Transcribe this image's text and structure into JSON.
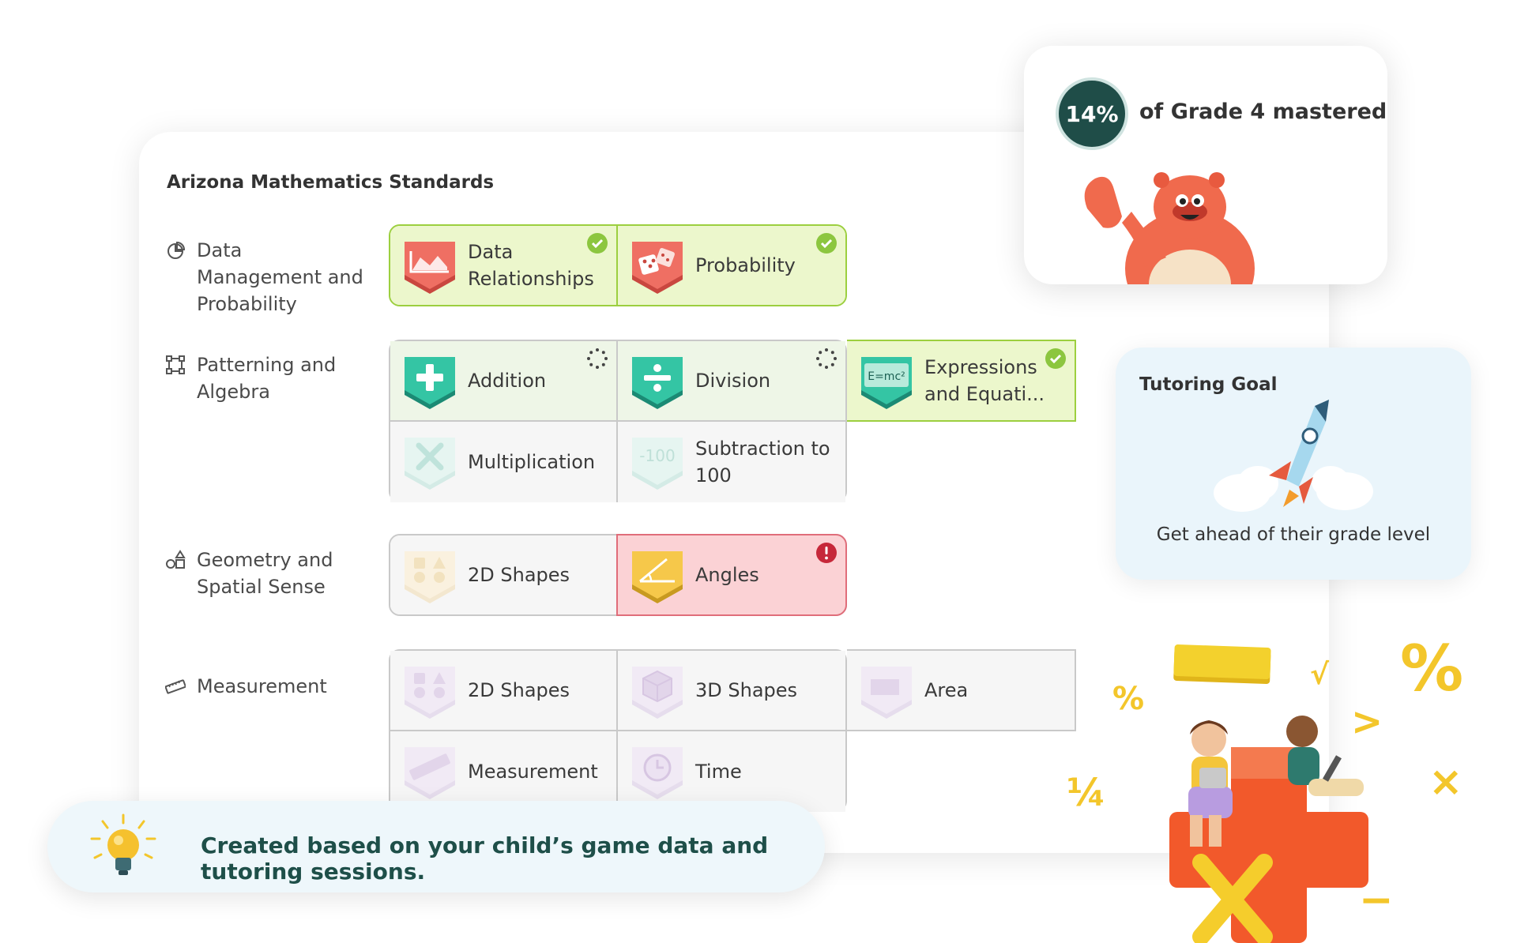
{
  "standards": {
    "title": "Arizona Mathematics Standards",
    "categories": [
      {
        "label": "Data Management and Probability",
        "icon": "pie-chart-icon"
      },
      {
        "label": "Patterning and Algebra",
        "icon": "vector-square-icon"
      },
      {
        "label": "Geometry and Spatial Sense",
        "icon": "shapes-icon"
      },
      {
        "label": "Measurement",
        "icon": "ruler-icon"
      }
    ],
    "data_management": [
      {
        "label": "Data Relationships",
        "status": "mastered",
        "icon": "line-chart-badge-icon"
      },
      {
        "label": "Probability",
        "status": "mastered",
        "icon": "dice-badge-icon"
      }
    ],
    "patterning": [
      {
        "label": "Addition",
        "status": "in-progress",
        "icon": "plus-badge-icon"
      },
      {
        "label": "Division",
        "status": "in-progress",
        "icon": "divide-badge-icon"
      },
      {
        "label": "Expressions and Equati...",
        "status": "mastered",
        "icon": "emc2-badge-icon",
        "badge_text": "E=mc²"
      },
      {
        "label": "Multiplication",
        "status": "locked",
        "icon": "times-badge-icon"
      },
      {
        "label": "Subtraction to 100",
        "status": "locked",
        "icon": "minus-100-badge-icon",
        "badge_text": "-100"
      }
    ],
    "geometry": [
      {
        "label": "2D Shapes",
        "status": "locked",
        "icon": "shapes-badge-icon"
      },
      {
        "label": "Angles",
        "status": "needs-attention",
        "icon": "angle-badge-icon"
      }
    ],
    "measurement": [
      {
        "label": "2D Shapes",
        "status": "locked",
        "icon": "shapes-badge-icon"
      },
      {
        "label": "3D Shapes",
        "status": "locked",
        "icon": "cube-badge-icon"
      },
      {
        "label": "Area",
        "status": "locked",
        "icon": "area-badge-icon"
      },
      {
        "label": "Measurement",
        "status": "locked",
        "icon": "ruler-badge-icon"
      },
      {
        "label": "Time",
        "status": "locked",
        "icon": "clock-badge-icon"
      }
    ]
  },
  "grade": {
    "percent": "14%",
    "progress_fraction": 0.14,
    "text": "of Grade 4 mastered"
  },
  "goal": {
    "title": "Tutoring Goal",
    "subtitle": "Get ahead of their grade level"
  },
  "banner": {
    "text": "Created based on your child’s game data and tutoring sessions."
  },
  "decor": {
    "symbols": [
      "%",
      "%",
      "¼",
      ">",
      "√",
      "×",
      "−"
    ]
  },
  "colors": {
    "mastered_bg": "#ecf7cc",
    "mastered_border": "#9ccf3f",
    "progress_bg": "#eef6e7",
    "alert_bg": "#fbd2d5",
    "alert_border": "#e06d7a",
    "locked_bg": "#f6f6f6",
    "check_green": "#8cc63f",
    "alert_red": "#c6283a",
    "teal_dark": "#1f4d48",
    "goal_bg": "#eaf5fb"
  }
}
